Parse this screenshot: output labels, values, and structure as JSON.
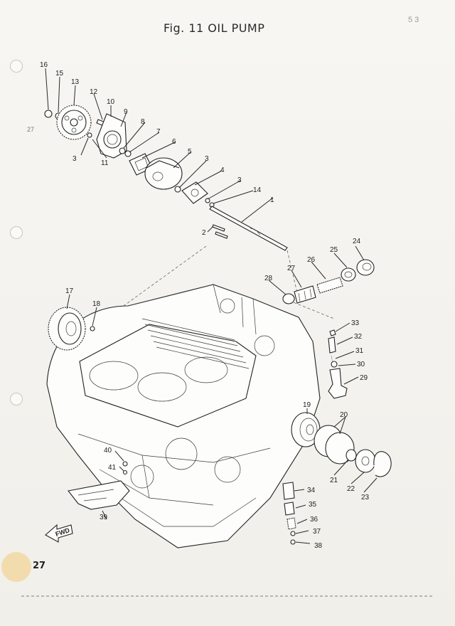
{
  "figure": {
    "title": "Fig. 11 OIL PUMP",
    "page_number": "27",
    "side_number": "27",
    "corner_mark": "5 3",
    "fwd_label": "FWD"
  },
  "callouts": [
    "1",
    "2",
    "3",
    "3",
    "3",
    "3",
    "4",
    "5",
    "6",
    "7",
    "8",
    "9",
    "10",
    "11",
    "12",
    "13",
    "14",
    "15",
    "16",
    "17",
    "18",
    "19",
    "20",
    "21",
    "22",
    "23",
    "24",
    "25",
    "26",
    "27",
    "28",
    "29",
    "30",
    "31",
    "32",
    "33",
    "34",
    "35",
    "36",
    "37",
    "38",
    "39",
    "40",
    "41"
  ]
}
